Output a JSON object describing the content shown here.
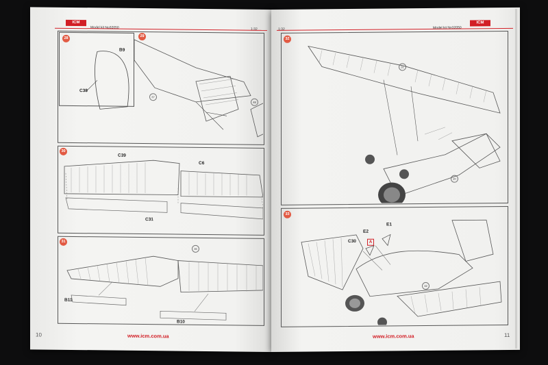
{
  "left_page": {
    "header_model": "Model kit No32050",
    "header_scale": "1:32",
    "logo_text": "ICM",
    "footer_url": "www.icm.com.ua",
    "page_number": "10",
    "steps": {
      "s28": "28",
      "s29": "29",
      "s30": "30",
      "s31": "31"
    },
    "labels": {
      "b9": "B9",
      "c38": "C38",
      "c39": "C39",
      "c6": "C6",
      "c31": "C31",
      "b11": "B11",
      "b10": "B10"
    },
    "refs": {
      "r37": "37",
      "r48": "48",
      "r36": "36"
    }
  },
  "right_page": {
    "header_scale": "1:32",
    "header_model": "Model kit No32050",
    "logo_text": "ICM",
    "footer_url": "www.icm.com.ua",
    "page_number": "11",
    "steps": {
      "s32": "32",
      "s33": "33"
    },
    "labels": {
      "e1": "E1",
      "e2": "E2",
      "c30": "C30",
      "a": "A"
    },
    "refs": {
      "r31": "31",
      "r20": "20",
      "r32": "32"
    }
  },
  "colors": {
    "accent_red": "#d21f26",
    "step_badge": "#e25a43"
  }
}
